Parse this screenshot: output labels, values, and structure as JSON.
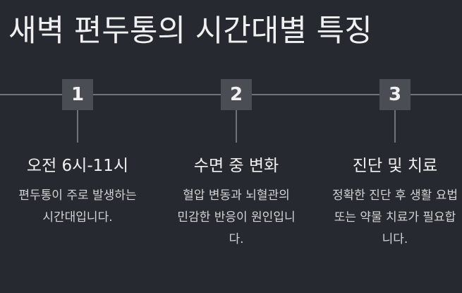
{
  "page": {
    "title": "새벽 편두통의 시간대별 특징"
  },
  "timeline": {
    "steps": [
      {
        "number": "1",
        "title": "오전 6시-11시",
        "description": "편두통이 주로 발생하는 시간대입니다."
      },
      {
        "number": "2",
        "title": "수면 중 변화",
        "description": "혈압 변동과 뇌혈관의 민감한 반응이 원인입니다."
      },
      {
        "number": "3",
        "title": "진단 및 치료",
        "description": "정확한 진단 후 생활 요법 또는 약물 치료가 필요합니다."
      }
    ]
  },
  "colors": {
    "background": "#26292f",
    "line": "#70737a",
    "box": "#4a4d54",
    "text": "#f0f0f0"
  }
}
